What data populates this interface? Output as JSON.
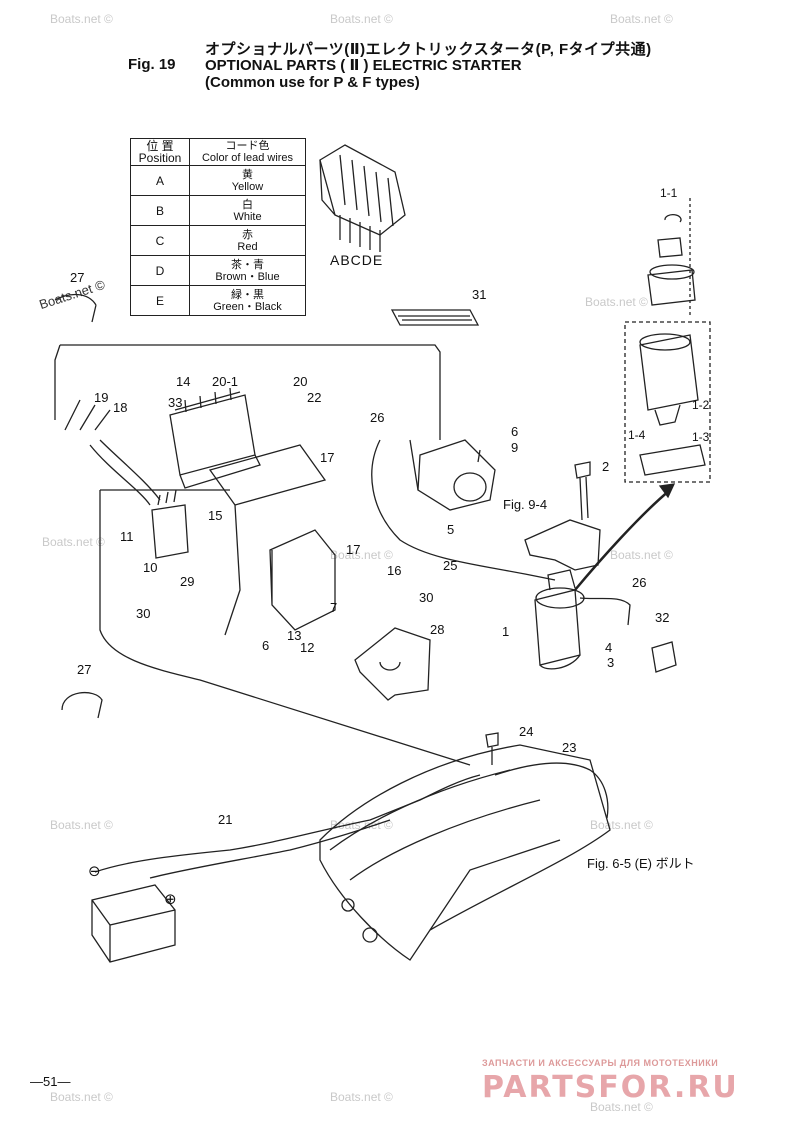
{
  "header": {
    "fig_label": "Fig. 19",
    "title_jp": "オプショナルパーツ(Ⅱ)エレクトリックスタータ(P, Fタイプ共通)",
    "title_en": "OPTIONAL PARTS ( Ⅱ ) ELECTRIC STARTER",
    "subtitle_en": "(Common use for P & F types)"
  },
  "lead_table": {
    "header_position_jp": "位 置",
    "header_position_en": "Position",
    "header_color_jp": "コード色",
    "header_color_en": "Color of lead wires",
    "rows": [
      {
        "position": "A",
        "jp": "黄",
        "en": "Yellow"
      },
      {
        "position": "B",
        "jp": "白",
        "en": "White"
      },
      {
        "position": "C",
        "jp": "赤",
        "en": "Red"
      },
      {
        "position": "D",
        "jp": "茶・青",
        "en": "Brown・Blue"
      },
      {
        "position": "E",
        "jp": "緑・黒",
        "en": "Green・Black"
      }
    ]
  },
  "connector_letters": "ABCDE",
  "callouts": {
    "p1": "1",
    "p1_1": "1-1",
    "p1_2": "1-2",
    "p1_3": "1-3",
    "p1_4": "1-4",
    "p2": "2",
    "p3": "3",
    "p4": "4",
    "p5": "5",
    "p6a": "6",
    "p6b": "6",
    "p7": "7",
    "p9": "9",
    "p10": "10",
    "p11": "11",
    "p12": "12",
    "p13": "13",
    "p14": "14",
    "p15": "15",
    "p16": "16",
    "p17a": "17",
    "p17b": "17",
    "p18": "18",
    "p19": "19",
    "p20": "20",
    "p20_1": "20-1",
    "p21": "21",
    "p22": "22",
    "p23": "23",
    "p24": "24",
    "p25": "25",
    "p26a": "26",
    "p26b": "26",
    "p27a": "27",
    "p27b": "27",
    "p28": "28",
    "p29": "29",
    "p30a": "30",
    "p30b": "30",
    "p31": "31",
    "p32": "32",
    "p33": "33"
  },
  "references": {
    "fig_9_4": "Fig. 9-4",
    "fig_6_5": "Fig. 6-5 (E) ボルト"
  },
  "battery_signs": {
    "neg": "⊖",
    "pos": "⊕"
  },
  "watermark": "Boats.net ©",
  "page_number": "—51—",
  "brand": {
    "tagline": "ЗАПЧАСТИ И АКСЕССУАРЫ ДЛЯ МОТОТЕХНИКИ",
    "logo": "PARTSFOR.RU"
  }
}
